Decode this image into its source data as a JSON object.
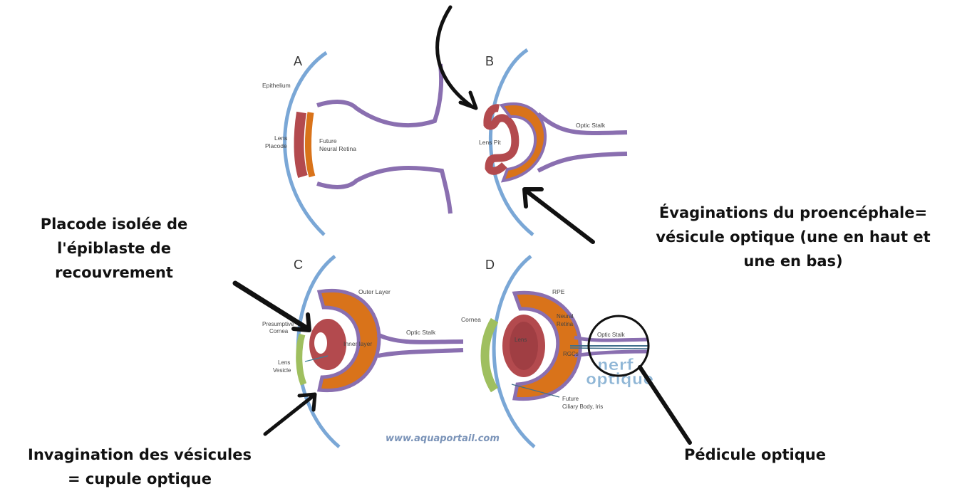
{
  "panels": {
    "a": {
      "letter": "A",
      "labels": {
        "epithelium": "Epithelium",
        "lens_line1": "Lens",
        "lens_line2": "Placode",
        "future_line1": "Future",
        "future_line2": "Neural Retina"
      }
    },
    "b": {
      "letter": "B",
      "labels": {
        "lens_pit": "Lens Pit",
        "optic_stalk": "Optic Stalk"
      }
    },
    "c": {
      "letter": "C",
      "labels": {
        "outer_layer": "Outer Layer",
        "presumptive_line1": "Presumptive",
        "presumptive_line2": "Cornea",
        "inner_layer": "Inner layer",
        "optic_stalk": "Optic Stalk",
        "lens_line1": "Lens",
        "lens_line2": "Vesicle"
      }
    },
    "d": {
      "letter": "D",
      "labels": {
        "rpe": "RPE",
        "neural_line1": "Neural",
        "neural_line2": "Retina",
        "cornea": "Cornea",
        "lens": "Lens",
        "optic_stalk": "Optic Stalk",
        "rgcs": "RGCs",
        "future_line1": "Future",
        "future_line2": "Ciliary Body, Iris"
      }
    }
  },
  "overlay": {
    "nerf_line1": "nerf",
    "nerf_line2": "optique"
  },
  "watermark": "www.aquaportail.com",
  "annotations": {
    "placode": [
      "Placode isolée de",
      "l'épiblaste de",
      "recouvrement"
    ],
    "evaginations": [
      "Évaginations du proencéphale=",
      "vésicule optique (une en haut et",
      "une en bas)"
    ],
    "invagination": [
      "Invagination des vésicules",
      "= cupule optique"
    ],
    "pedicule": "Pédicule optique"
  },
  "colors": {
    "epithelium_blue": "#7aa7d6",
    "neural_purple": "#8a6fb0",
    "lens_red": "#b34a4e",
    "retina_orange": "#d9731a",
    "cornea_green": "#9fbf5f"
  }
}
